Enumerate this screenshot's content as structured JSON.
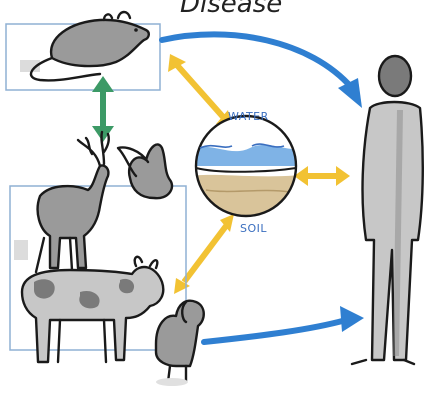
{
  "title": "Disease",
  "globe": {
    "top_label": "WATER",
    "bottom_label": "SOIL"
  },
  "colors": {
    "arrow_blue": "#2f7fd1",
    "arrow_green": "#3c9a66",
    "arrow_yellow": "#f2c233",
    "box_outline": "#8fb0d4",
    "water": "#7fb3e6",
    "soil": "#d9c49a",
    "animal_grey": "#9a9a9a",
    "ink": "#1a1a1a"
  },
  "icons": [
    "rat-icon",
    "deer-icon",
    "bird-icon",
    "cow-icon",
    "dog-icon",
    "human-icon",
    "globe-icon"
  ]
}
